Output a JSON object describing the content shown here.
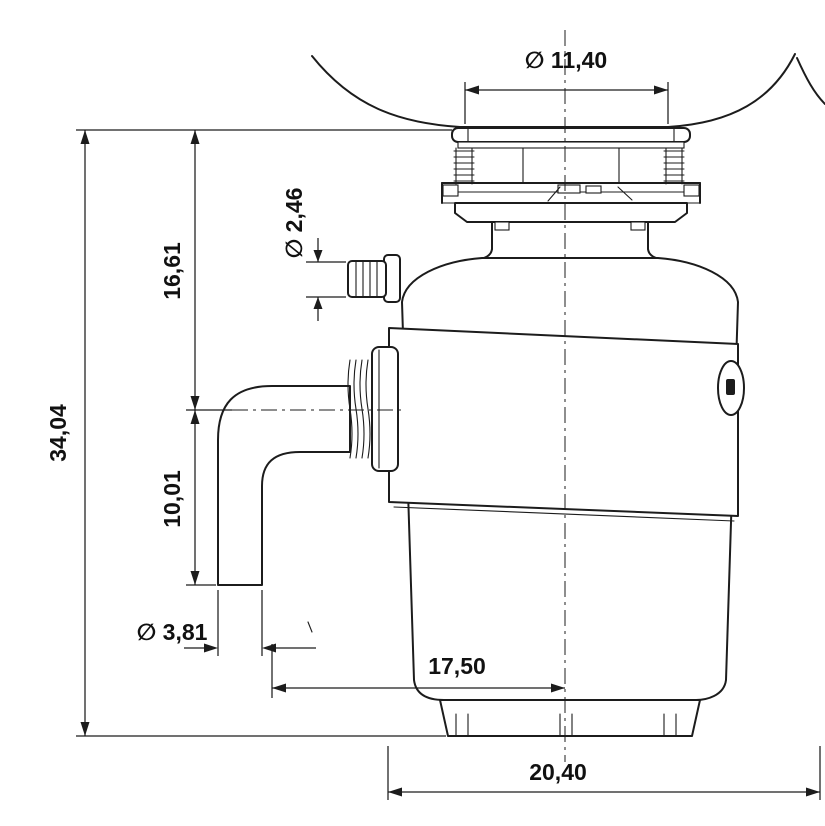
{
  "drawing": {
    "colors": {
      "line": "#1c1c1c",
      "background": "#ffffff"
    },
    "dimensions": {
      "flange_diameter": "∅ 11,40",
      "overall_height": "34,04",
      "flange_to_outlet_center": "16,61",
      "outlet_center_to_pipe_end": "10,01",
      "inlet_diameter": "∅ 2,46",
      "pipe_diameter": "∅ 3,81",
      "pipe_to_centerline": "17,50",
      "overall_width": "20,40"
    }
  }
}
